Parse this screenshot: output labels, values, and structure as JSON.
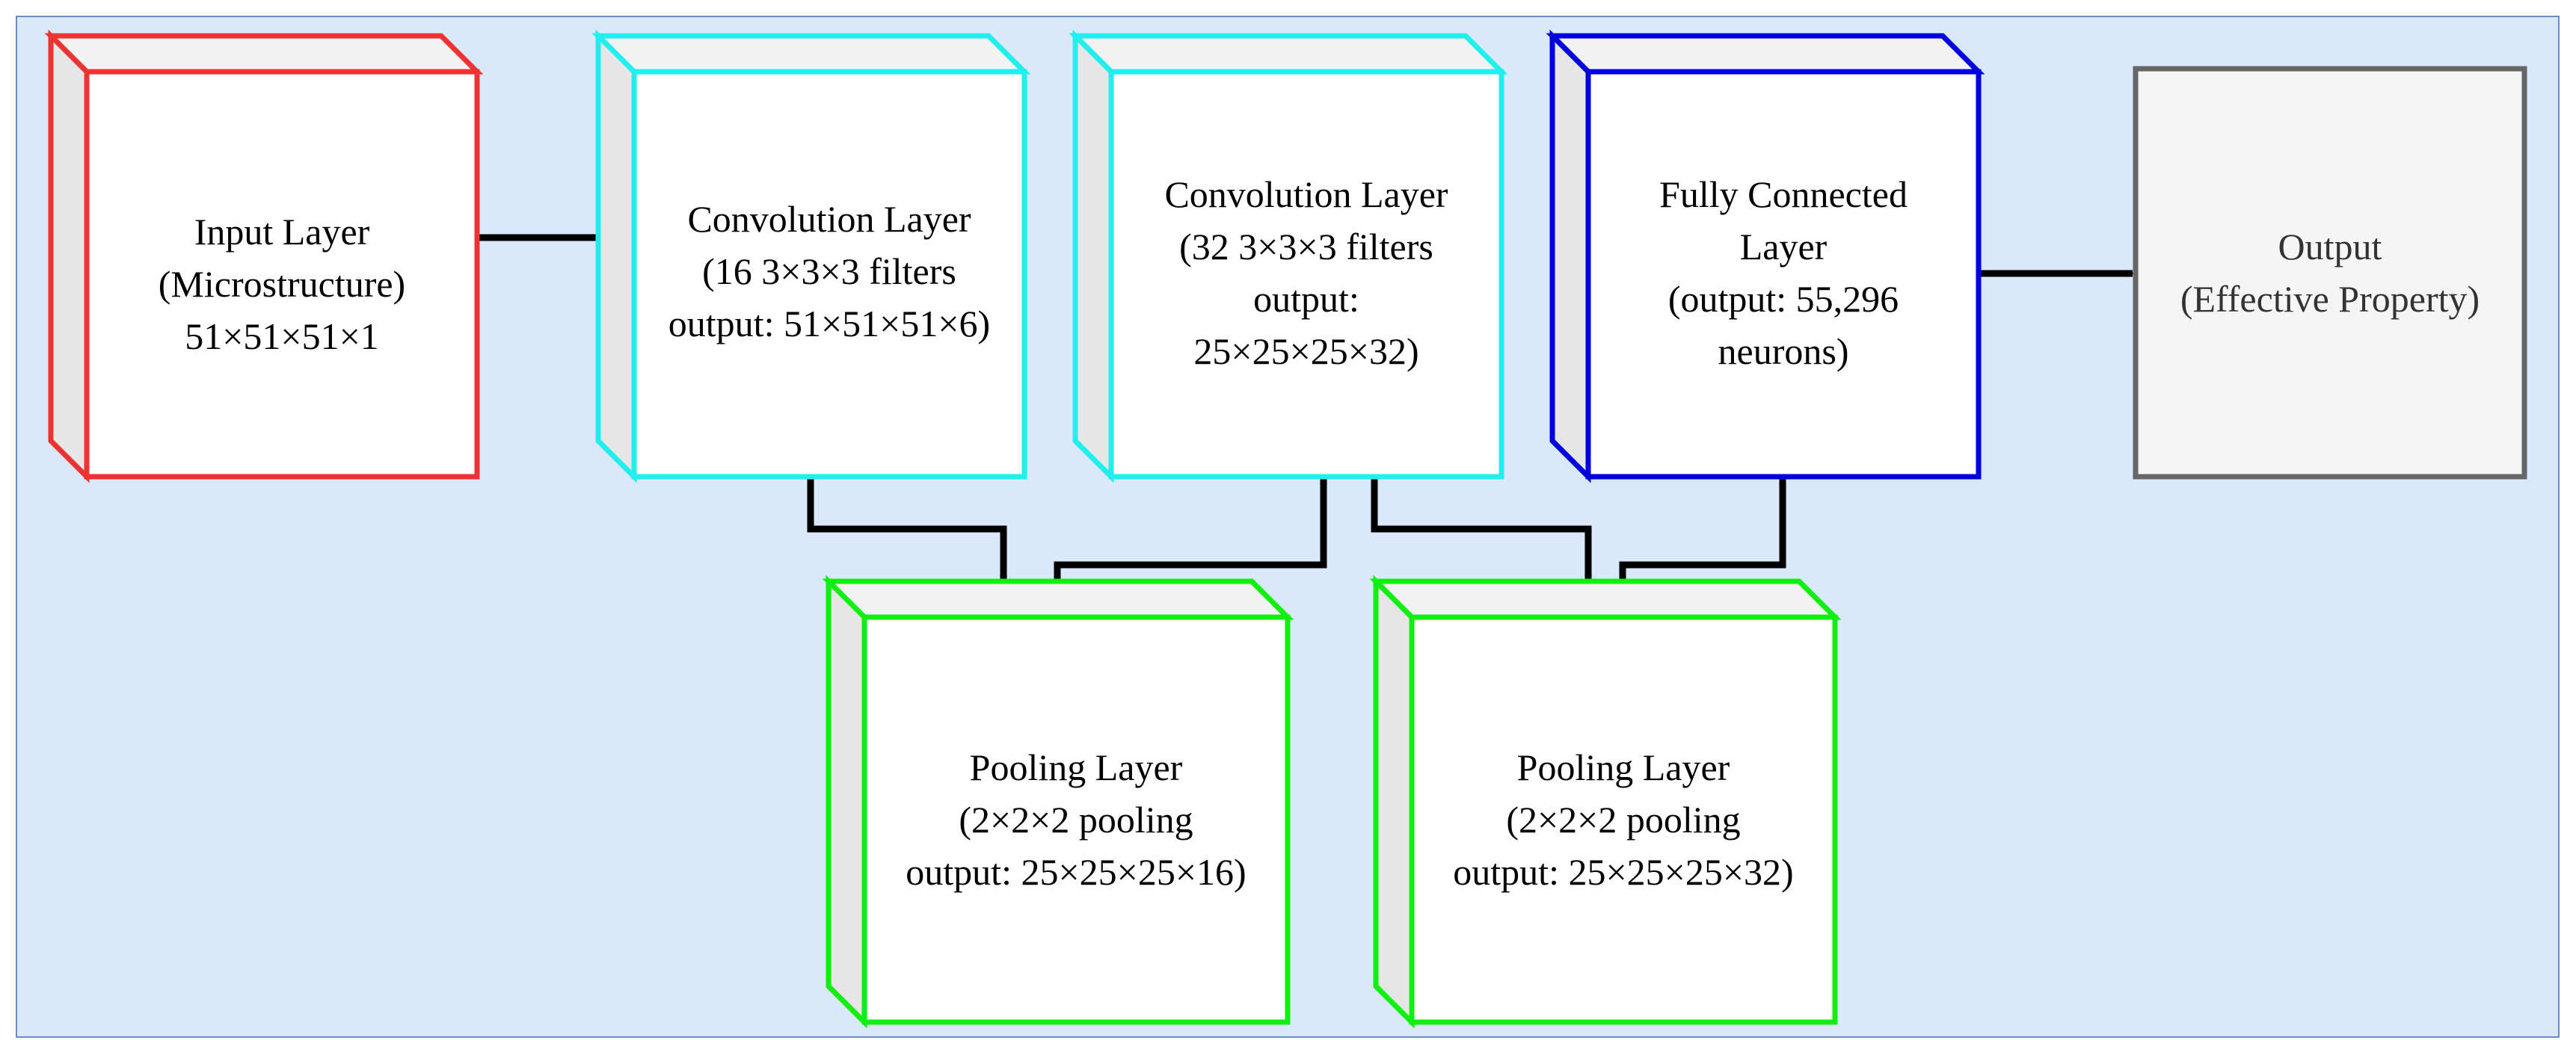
{
  "diagram": {
    "background_color": "#dae8fc",
    "border_color": "#6c8ebf",
    "cube_side_color": "#e6e6e6",
    "cube_top_color": "#f2f2f2",
    "arrow_color": "#000000",
    "nodes": [
      {
        "id": "input",
        "stroke": "#ee3333",
        "face_fill": "#ffffff",
        "text_color": "#000000",
        "lines": [
          "Input Layer",
          "(Microstructure)",
          "51×51×51×1"
        ]
      },
      {
        "id": "conv1",
        "stroke": "#22eeee",
        "face_fill": "#ffffff",
        "text_color": "#000000",
        "lines": [
          "Convolution Layer",
          "(16 3×3×3 filters",
          "output: 51×51×51×6)"
        ]
      },
      {
        "id": "conv2",
        "stroke": "#22eeee",
        "face_fill": "#ffffff",
        "text_color": "#000000",
        "lines": [
          "Convolution Layer",
          "(32 3×3×3 filters",
          "output:",
          "25×25×25×32)"
        ]
      },
      {
        "id": "fc",
        "stroke": "#0000dd",
        "face_fill": "#ffffff",
        "text_color": "#000000",
        "lines": [
          "Fully Connected",
          "Layer",
          "(output: 55,296",
          "neurons)"
        ]
      },
      {
        "id": "output",
        "stroke": "#666666",
        "face_fill": "#f5f5f5",
        "text_color": "#333333",
        "lines": [
          "Output",
          "(Effective Property)"
        ]
      },
      {
        "id": "pool1",
        "stroke": "#11ee11",
        "face_fill": "#ffffff",
        "text_color": "#000000",
        "lines": [
          "Pooling Layer",
          "(2×2×2 pooling",
          "output: 25×25×25×16)"
        ]
      },
      {
        "id": "pool2",
        "stroke": "#11ee11",
        "face_fill": "#ffffff",
        "text_color": "#000000",
        "lines": [
          "Pooling Layer",
          "(2×2×2 pooling",
          "output: 25×25×25×32)"
        ]
      }
    ],
    "edges": [
      {
        "from": "input",
        "to": "conv1"
      },
      {
        "from": "conv1",
        "to": "pool1"
      },
      {
        "from": "pool1",
        "to": "conv2"
      },
      {
        "from": "conv2",
        "to": "pool2"
      },
      {
        "from": "pool2",
        "to": "fc"
      },
      {
        "from": "fc",
        "to": "output"
      }
    ]
  }
}
